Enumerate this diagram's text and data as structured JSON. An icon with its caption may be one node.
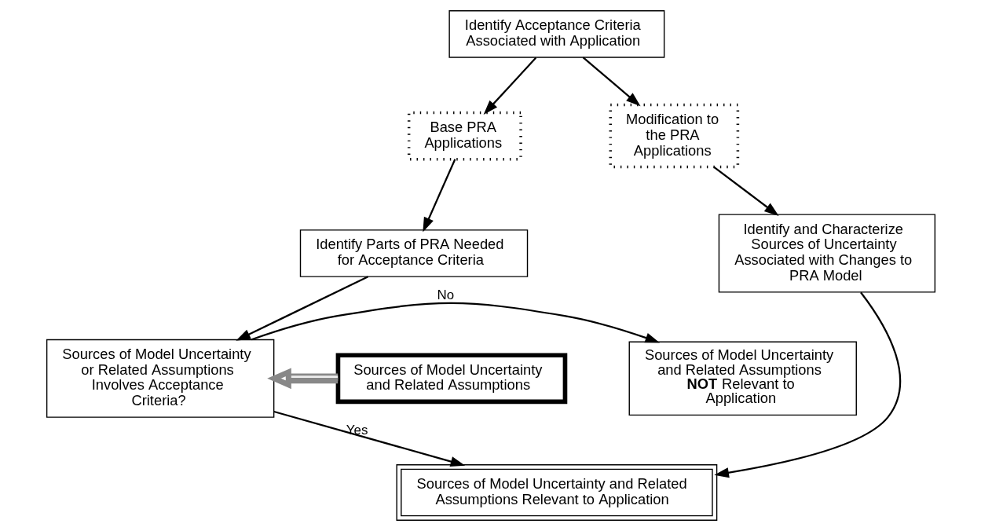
{
  "diagram": {
    "nodes": [
      {
        "text": [
          "Identify Acceptance Criteria Associated with Application"
        ]
      },
      {
        "text": [
          "Base PRA Applications"
        ]
      },
      {
        "text": [
          "Modification to the PRA Applications"
        ]
      },
      {
        "text": [
          "Identify Parts of PRA Needed for Acceptance Criteria"
        ]
      },
      {
        "text": [
          "Identify and Characterize Sources of Uncertainty Associated with Changes to PRA Model"
        ]
      },
      {
        "text": [
          "Sources of Model Uncertainty and Related Assumptions"
        ]
      },
      {
        "text": [
          "Sources of Model Uncertainty or Related Assumptions Involves Acceptance Criteria?"
        ]
      },
      {
        "text": [
          "Sources of Model Uncertainty and Related Assumptions **NOT** Relevant to Application"
        ]
      },
      {
        "text": [
          "Sources of Model Uncertainty and Related Assumptions Relevant to Application"
        ]
      }
    ],
    "edges": [
      {
        "from": 0,
        "to": 1,
        "arrow": "to"
      },
      {
        "from": 0,
        "to": 2,
        "arrow": "to"
      },
      {
        "from": 1,
        "to": 3,
        "arrow": "to"
      },
      {
        "from": 2,
        "to": 4,
        "arrow": "to"
      },
      {
        "from": 3,
        "to": 6,
        "arrow": "to"
      },
      {
        "from": 5,
        "to": 6,
        "arrow": "to",
        "style": "thick",
        "color": "#888888"
      },
      {
        "from": 6,
        "to": 7,
        "arrow": "to",
        "label": "No"
      },
      {
        "from": 6,
        "to": 8,
        "arrow": "to",
        "label": "Yes"
      },
      {
        "from": 4,
        "to": 8,
        "arrow": "to"
      }
    ]
  }
}
